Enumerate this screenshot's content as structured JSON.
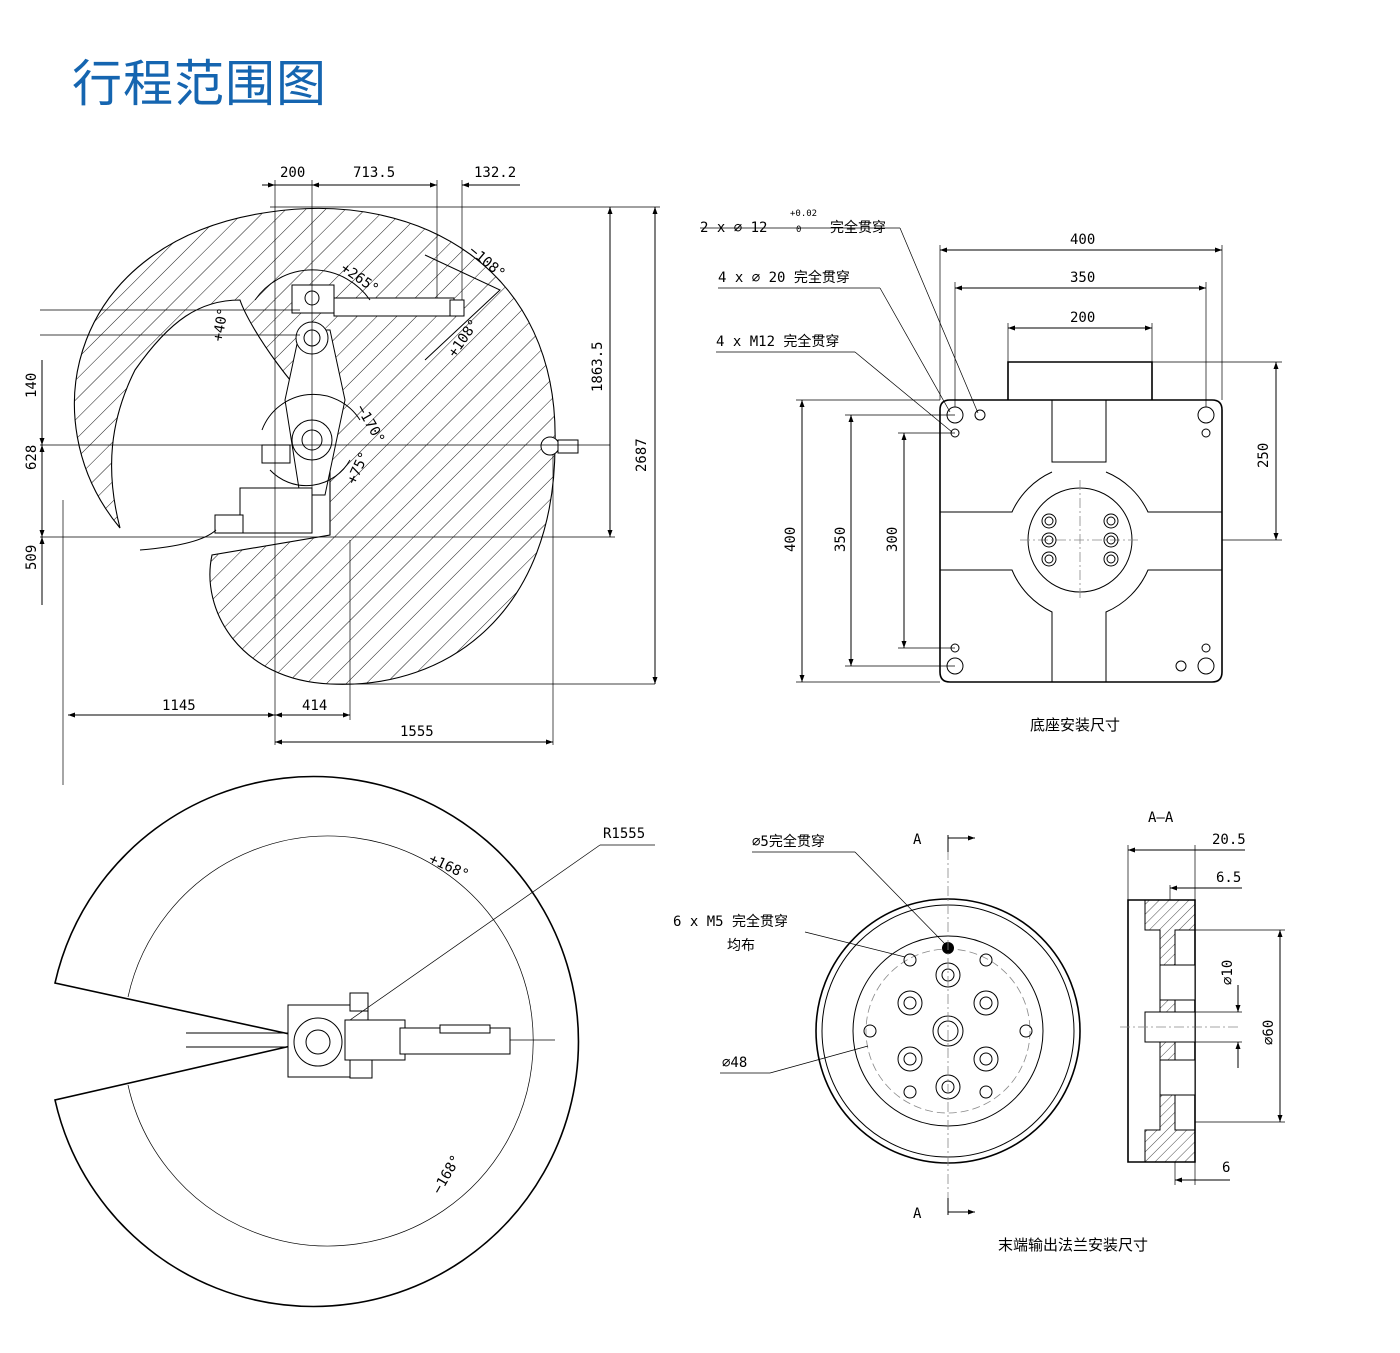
{
  "title": "行程范围图",
  "side_view": {
    "dims": {
      "top_200": "200",
      "top_713_5": "713.5",
      "top_132_2": "132.2",
      "right_1863_5": "1863.5",
      "right_2687": "2687",
      "left_140": "140",
      "left_628": "628",
      "left_509": "509",
      "bottom_1145": "1145",
      "bottom_414": "414",
      "bottom_1555": "1555"
    },
    "angles": {
      "a265": "+265°",
      "a40": "+40°",
      "a108n": "−108°",
      "a108p": "+108°",
      "a170": "−170°",
      "a75": "+75°"
    }
  },
  "base_view": {
    "notes": {
      "hole_pin": "2 x ∅ 12",
      "tol_upper": "+0.02",
      "tol_lower": "0",
      "hole_pin_suffix": "完全贯穿",
      "hole_20": "4 x ∅ 20 完全贯穿",
      "hole_m12": "4 x M12 完全贯穿"
    },
    "dims": {
      "w400": "400",
      "w350": "350",
      "w200": "200",
      "h250": "250",
      "h400": "400",
      "h350": "350",
      "h300": "300"
    },
    "caption": "底座安装尺寸"
  },
  "top_view": {
    "radius": "R1555",
    "angle_pos": "+168°",
    "angle_neg": "−168°"
  },
  "flange_view": {
    "section_letter_top": "A",
    "section_letter_bottom": "A",
    "section_title": "A—A",
    "notes": {
      "hole_5": "∅5完全贯穿",
      "hole_m5_line1": "6 x  M5 完全贯穿",
      "hole_m5_line2": "均布",
      "dia_48": "∅48"
    },
    "dims": {
      "d20_5": "20.5",
      "d6_5": "6.5",
      "d10": "∅10",
      "d60": "∅60",
      "d6": "6"
    },
    "caption": "末端输出法兰安装尺寸"
  }
}
